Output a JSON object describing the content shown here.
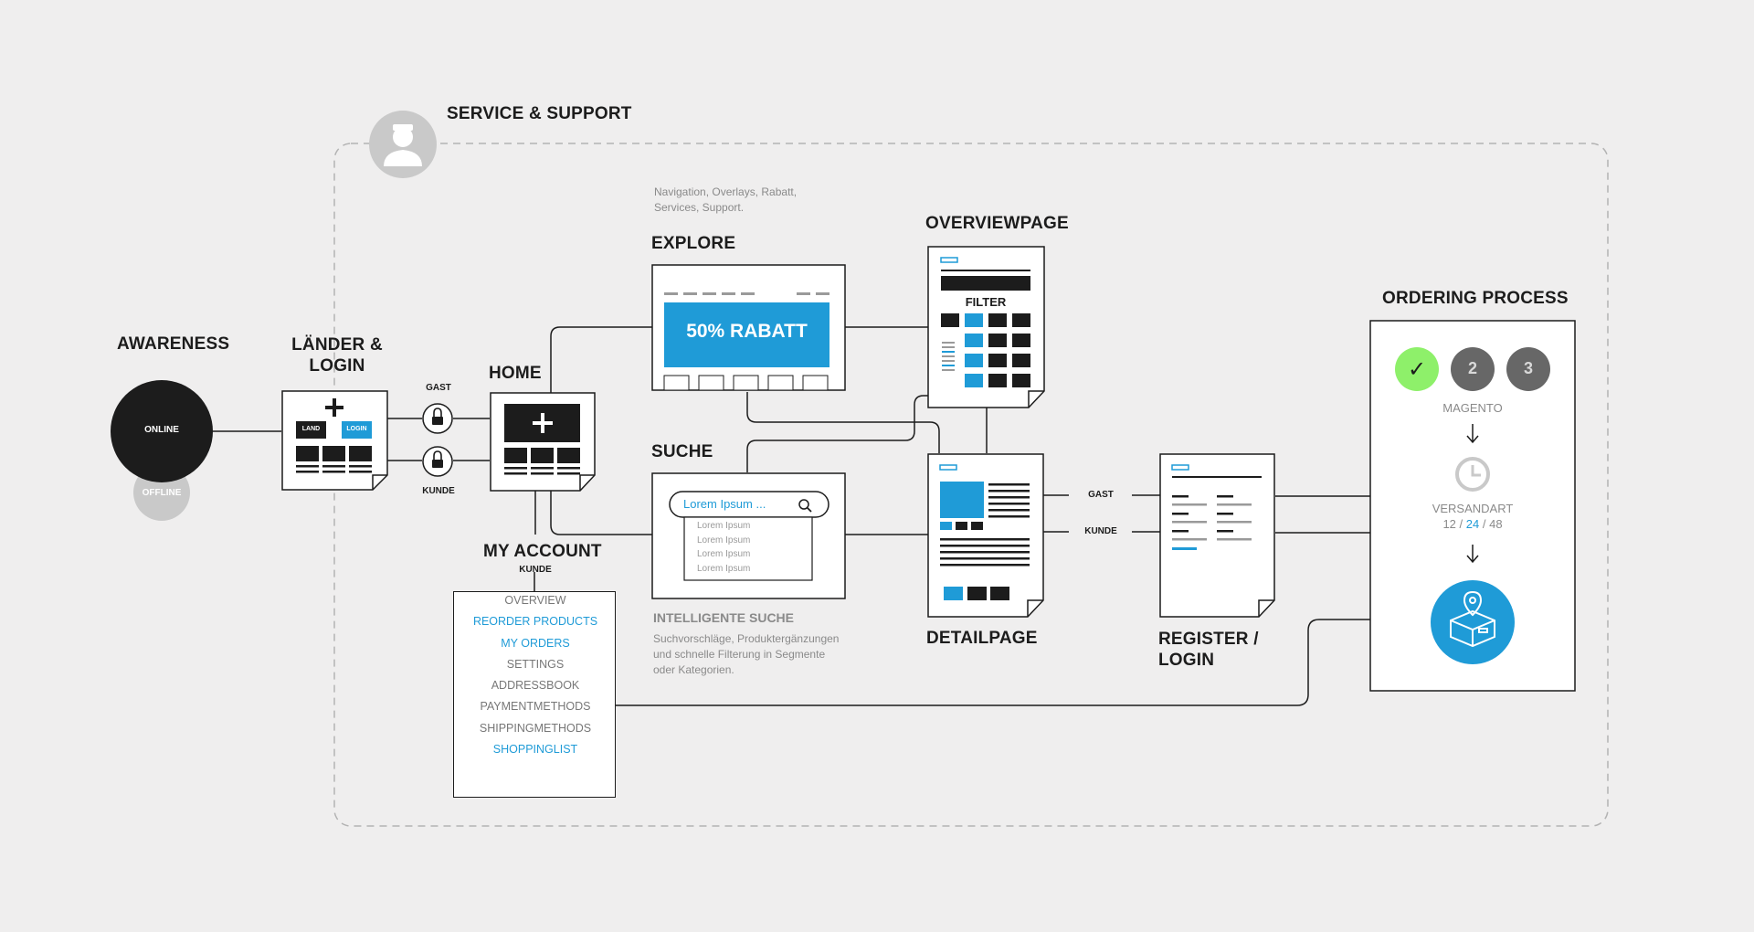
{
  "service_support": {
    "title": "SERVICE & SUPPORT"
  },
  "awareness": {
    "title": "AWARENESS",
    "online": "ONLINE",
    "offline": "OFFLINE"
  },
  "laender": {
    "title_line1": "LÄNDER &",
    "title_line2": "LOGIN",
    "land": "LAND",
    "login": "LOGIN"
  },
  "access": {
    "gast": "GAST",
    "kunde": "KUNDE"
  },
  "home": {
    "title": "HOME"
  },
  "explore": {
    "note_line1": "Navigation, Overlays, Rabatt,",
    "note_line2": "Services, Support.",
    "title": "EXPLORE",
    "banner": "50% RABATT"
  },
  "suche": {
    "title": "SUCHE",
    "placeholder": "Lorem Ipsum ...",
    "results": [
      "Lorem Ipsum",
      "Lorem Ipsum",
      "Lorem Ipsum",
      "Lorem Ipsum"
    ],
    "subtitle": "INTELLIGENTE SUCHE",
    "desc_line1": "Suchvorschläge, Produktergänzungen",
    "desc_line2": "und schnelle Filterung in Segmente",
    "desc_line3": "oder Kategorien."
  },
  "overview": {
    "title": "OVERVIEWPAGE",
    "filter": "FILTER"
  },
  "detail": {
    "title": "DETAILPAGE",
    "gast": "GAST",
    "kunde": "KUNDE"
  },
  "register": {
    "title_line1": "REGISTER /",
    "title_line2": "LOGIN"
  },
  "ordering": {
    "title": "ORDERING PROCESS",
    "steps": [
      "✓",
      "2",
      "3"
    ],
    "magento": "MAGENTO",
    "versandart": "VERSANDART",
    "opt1": "12 /",
    "opt2": "24",
    "opt3": "/ 48"
  },
  "account": {
    "title": "MY ACCOUNT",
    "sub": "KUNDE",
    "items": [
      "OVERVIEW",
      "REORDER PRODUCTS",
      "MY ORDERS",
      "SETTINGS",
      "ADDRESSBOOK",
      "PAYMENTMETHODS",
      "SHIPPINGMETHODS",
      "SHOPPINGLIST"
    ]
  },
  "colors": {
    "accent": "#1f9bd7",
    "dark": "#1c1c1c",
    "green": "#8ef06a",
    "grey": "#c9c9c9"
  },
  "icons": [
    "person-icon",
    "lock-icon",
    "plus-icon",
    "search-icon",
    "clock-icon",
    "package-icon",
    "check-icon",
    "arrow-down-icon"
  ]
}
